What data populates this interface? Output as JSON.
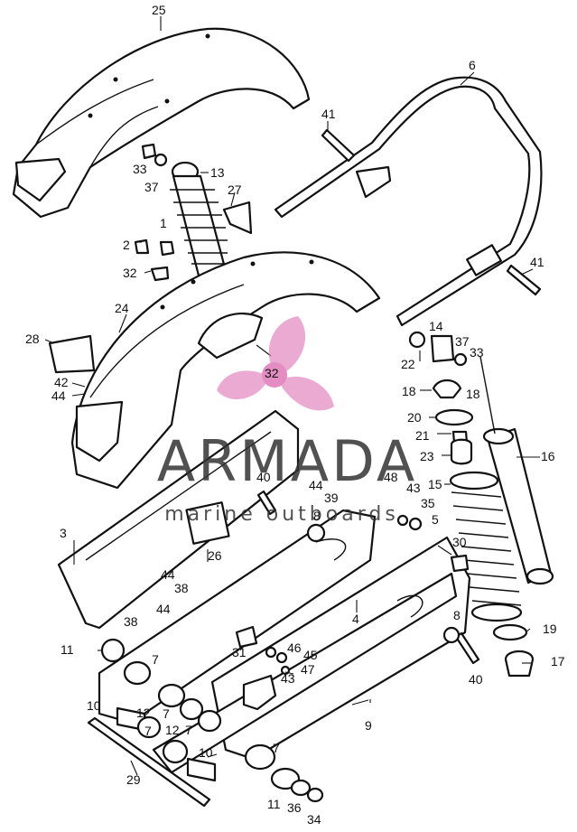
{
  "callouts": {
    "n1": "1",
    "n2": "2",
    "n3": "3",
    "n4": "4",
    "n5": "5",
    "n6": "6",
    "n7a": "7",
    "n7b": "7",
    "n7c": "7",
    "n7d": "7",
    "n7e": "7",
    "n8a": "8",
    "n8b": "8",
    "n9": "9",
    "n10a": "10",
    "n10b": "10",
    "n11a": "11",
    "n11b": "11",
    "n12a": "12",
    "n12b": "12",
    "n13": "13",
    "n14": "14",
    "n15": "15",
    "n16": "16",
    "n17": "17",
    "n18a": "18",
    "n18b": "18",
    "n19": "19",
    "n20": "20",
    "n21": "21",
    "n22": "22",
    "n23": "23",
    "n24": "24",
    "n25": "25",
    "n26": "26",
    "n27": "27",
    "n28": "28",
    "n29": "29",
    "n30": "30",
    "n31": "31",
    "n32a": "32",
    "n32b": "32",
    "n33a": "33",
    "n33b": "33",
    "n34": "34",
    "n35": "35",
    "n36": "36",
    "n37a": "37",
    "n37b": "37",
    "n38a": "38",
    "n38b": "38",
    "n39": "39",
    "n40a": "40",
    "n40b": "40",
    "n41a": "41",
    "n41b": "41",
    "n42": "42",
    "n43a": "43",
    "n43b": "43",
    "n44a": "44",
    "n44b": "44",
    "n44c": "44",
    "n44d": "44",
    "n45": "45",
    "n46": "46",
    "n47": "47",
    "n48": "48"
  },
  "watermark": {
    "brand": "ARMADA",
    "tagline": "marine outboards",
    "accent_color": "#e07ab8"
  }
}
